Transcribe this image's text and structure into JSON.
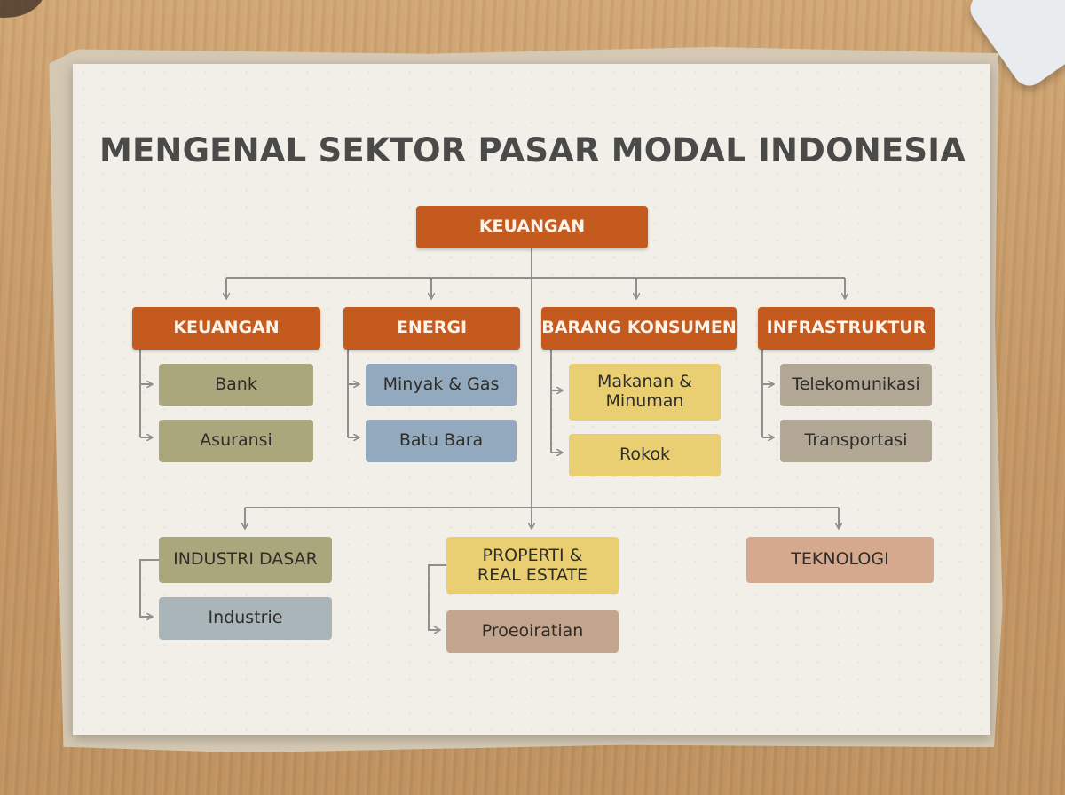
{
  "title": "MENGENAL SEKTOR PASAR MODAL INDONESIA",
  "root": "KEUANGAN",
  "row1": [
    {
      "label": "KEUANGAN",
      "children": [
        "Bank",
        "Asuransi"
      ]
    },
    {
      "label": "ENERGI",
      "children": [
        "Minyak & Gas",
        "Batu Bara"
      ]
    },
    {
      "label": "BARANG KONSUMEN",
      "children": [
        "Makanan & Minuman",
        "Rokok"
      ]
    },
    {
      "label": "INFRASTRUKTUR",
      "children": [
        "Telekomunikasi",
        "Transportasi"
      ]
    }
  ],
  "row2": [
    {
      "label": "INDUSTRI DASAR",
      "children": [
        "Industrie"
      ]
    },
    {
      "label": "PROPERTI & REAL ESTATE",
      "children": [
        "Proeoiratian"
      ]
    },
    {
      "label": "TEKNOLOGI",
      "children": []
    }
  ],
  "colors": {
    "header": "#c55a1e",
    "keuangan_children": "#a9a77b",
    "energi_children": "#93aabe",
    "konsumen_children": "#e9cf71",
    "infrastruktur_children": "#b2a694",
    "industri_dasar": "#a9a77b",
    "industrie": "#a9b5b9",
    "properti": "#e9cf71",
    "proeoiratian": "#c2a58c",
    "teknologi": "#d4a98e",
    "connector": "#8f8f8c"
  }
}
